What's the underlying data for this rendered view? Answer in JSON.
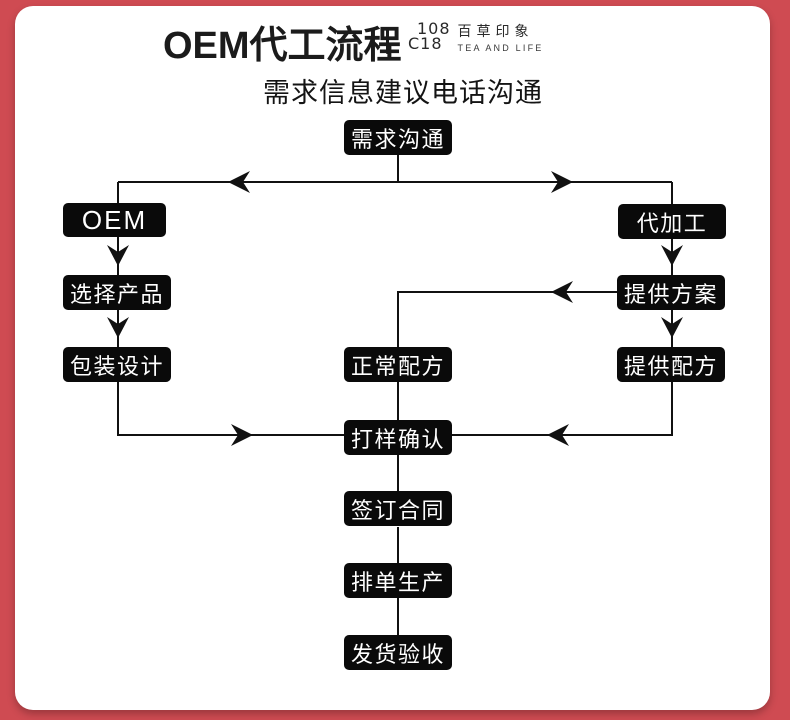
{
  "header": {
    "title": "OEM代工流程",
    "logo": {
      "monogram_line1": "108",
      "monogram_line2": "C18",
      "brand_cn": "百草印象",
      "brand_en": "TEA AND LIFE"
    },
    "subtitle": "需求信息建议电话沟通"
  },
  "colors": {
    "frame_red": "#cf4b52",
    "node_black": "#0a0a0a",
    "node_text": "#ffffff",
    "line_black": "#111111"
  },
  "flowchart": {
    "nodes": [
      {
        "id": "demand",
        "label": "需求沟通"
      },
      {
        "id": "oem",
        "label": "OEM"
      },
      {
        "id": "processing",
        "label": "代加工"
      },
      {
        "id": "select-product",
        "label": "选择产品"
      },
      {
        "id": "provide-plan",
        "label": "提供方案"
      },
      {
        "id": "package-design",
        "label": "包装设计"
      },
      {
        "id": "normal-formula",
        "label": "正常配方"
      },
      {
        "id": "provide-formula",
        "label": "提供配方"
      },
      {
        "id": "sample-confirm",
        "label": "打样确认"
      },
      {
        "id": "sign-contract",
        "label": "签订合同"
      },
      {
        "id": "schedule-prod",
        "label": "排单生产"
      },
      {
        "id": "ship-inspect",
        "label": "发货验收"
      }
    ],
    "edges": [
      {
        "from": "需求沟通",
        "to": "OEM"
      },
      {
        "from": "需求沟通",
        "to": "代加工"
      },
      {
        "from": "OEM",
        "to": "选择产品"
      },
      {
        "from": "选择产品",
        "to": "包装设计"
      },
      {
        "from": "包装设计",
        "to": "打样确认"
      },
      {
        "from": "代加工",
        "to": "提供方案"
      },
      {
        "from": "提供方案",
        "to": "提供配方"
      },
      {
        "from": "提供方案",
        "to": "正常配方"
      },
      {
        "from": "正常配方",
        "to": "打样确认"
      },
      {
        "from": "提供配方",
        "to": "打样确认"
      },
      {
        "from": "打样确认",
        "to": "签订合同"
      },
      {
        "from": "签订合同",
        "to": "排单生产"
      },
      {
        "from": "排单生产",
        "to": "发货验收"
      }
    ]
  }
}
